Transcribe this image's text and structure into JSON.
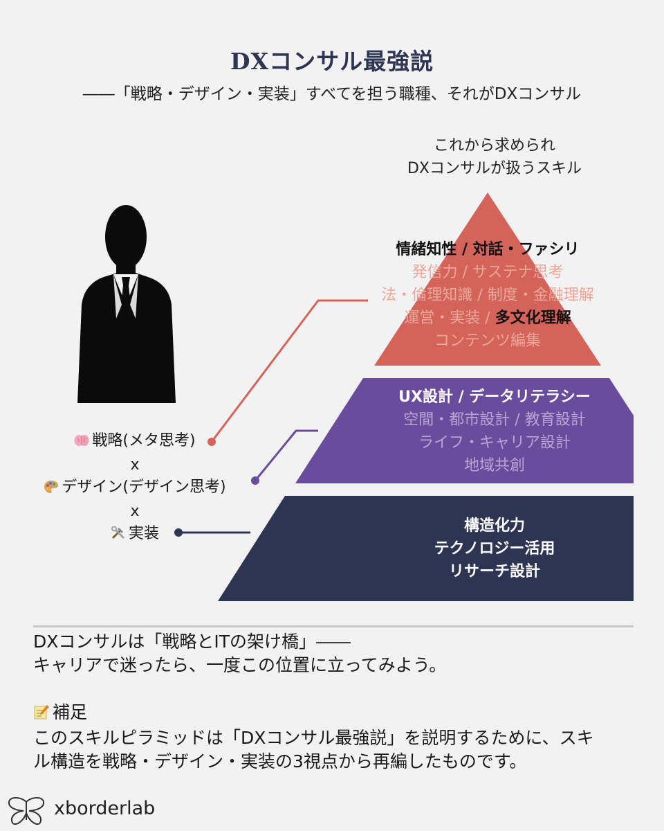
{
  "header": {
    "title": "DXコンサル最強説",
    "subtitle": "――「戦略・デザイン・実装」すべてを担う職種、それがDXコンサル"
  },
  "pyramid": {
    "heading_line1": "これから求められ",
    "heading_line2": "DXコンサルが扱うスキル",
    "colors": {
      "top": "#d4635a",
      "middle": "#6a4c9c",
      "bottom": "#2d3552"
    },
    "top": {
      "line1": "情緒知性 / 対話・ファシリ",
      "line2": "発信力 / サステナ思考",
      "line3": "法・倫理知識 / 制度・金融理解",
      "line4_dim": "運営・実装 /",
      "line4_bold": "多文化理解",
      "line5": "コンテンツ編集"
    },
    "middle": {
      "line1": "UX設計 / データリテラシー",
      "line2": "空間・都市設計 / 教育設計",
      "line3": "ライフ・キャリア設計",
      "line4": "地域共創"
    },
    "bottom": {
      "line1": "構造化力",
      "line2": "テクノロジー活用",
      "line3": "リサーチ設計"
    }
  },
  "roles": {
    "strategy": "戦略(メタ思考)",
    "design": "デザイン(デザイン思考)",
    "implementation": "実装",
    "x1": "x",
    "x2": "x",
    "icons": [
      "brain-icon",
      "palette-icon",
      "tools-icon"
    ]
  },
  "footer": {
    "line1": "DXコンサルは「戦略とITの架け橋」――",
    "line2": "キャリアで迷ったら、一度この位置に立ってみよう。",
    "note_label": "補足",
    "note_line1": "このスキルピラミッドは「DXコンサル最強説」を説明するために、スキ",
    "note_line2": "ル構造を戦略・デザイン・実装の3視点から再編したものです。"
  },
  "brand": {
    "name": "xborderlab"
  }
}
